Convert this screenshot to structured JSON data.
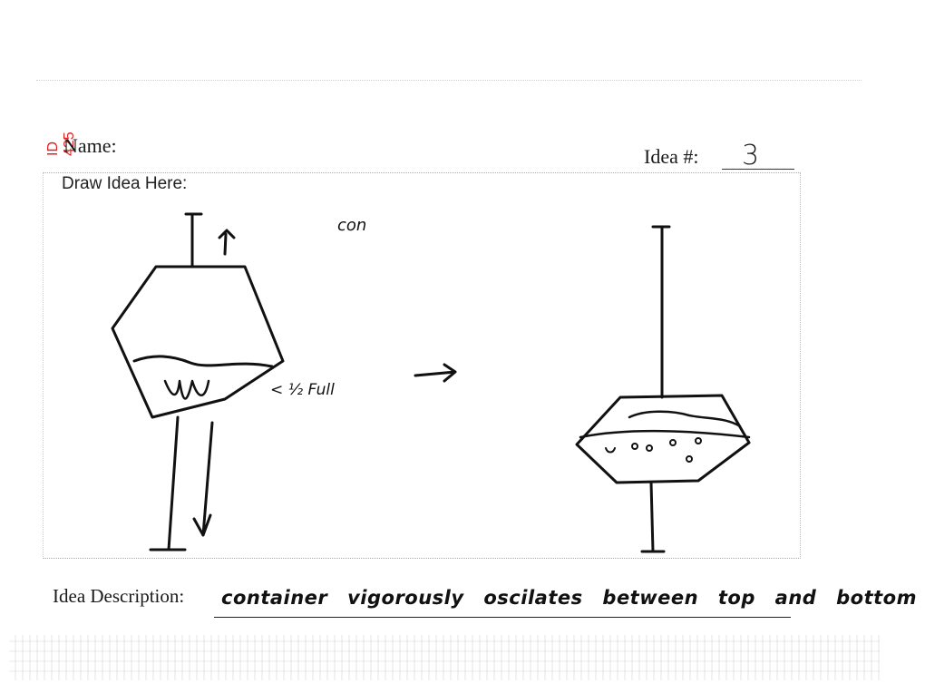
{
  "form": {
    "id_stamp": "ID 425",
    "name_label": "Name:",
    "idea_number_label": "Idea #:",
    "idea_number_value": "3",
    "draw_label": "Draw Idea Here:",
    "description_label": "Idea Description:",
    "description_value": "container vigorously oscilates between top and bottom"
  },
  "sketch_notes": {
    "top_note": "con",
    "fill_note": "< ½ Full"
  },
  "colors": {
    "ink": "#111111",
    "stamp": "#e02020"
  }
}
